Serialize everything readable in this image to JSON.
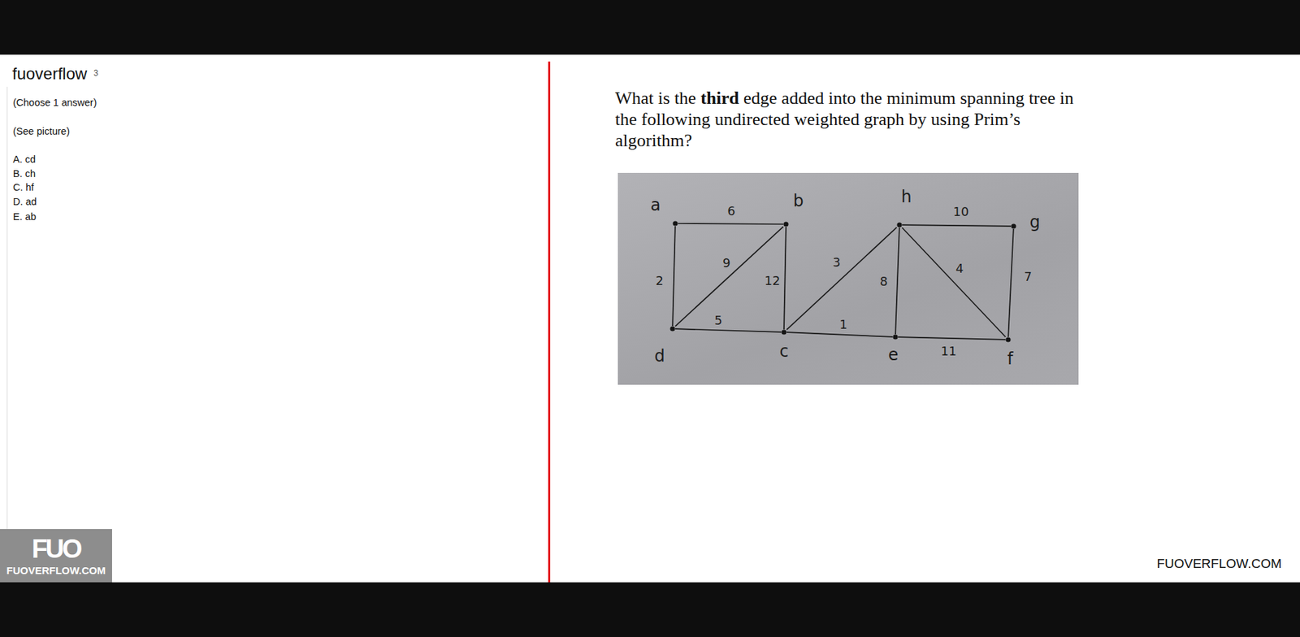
{
  "diagram": {
    "nodes": [
      {
        "text": [
          "a"
        ]
      },
      {
        "text": [
          "b"
        ]
      },
      {
        "text": [
          "h"
        ]
      },
      {
        "text": [
          "g"
        ]
      },
      {
        "text": [
          "d"
        ]
      },
      {
        "text": [
          "c"
        ]
      },
      {
        "text": [
          "e"
        ]
      },
      {
        "text": [
          "f"
        ]
      }
    ],
    "edges": [
      {
        "from": 0,
        "to": 1,
        "arrow": "none",
        "label": "6"
      },
      {
        "from": 0,
        "to": 4,
        "arrow": "none",
        "label": "2"
      },
      {
        "from": 4,
        "to": 1,
        "arrow": "none",
        "label": "9"
      },
      {
        "from": 1,
        "to": 5,
        "arrow": "none",
        "label": "12"
      },
      {
        "from": 4,
        "to": 5,
        "arrow": "none",
        "label": "5"
      },
      {
        "from": 5,
        "to": 2,
        "arrow": "none",
        "label": "3"
      },
      {
        "from": 5,
        "to": 6,
        "arrow": "none",
        "label": "1"
      },
      {
        "from": 6,
        "to": 2,
        "arrow": "none",
        "label": "8"
      },
      {
        "from": 2,
        "to": 3,
        "arrow": "none",
        "label": "10"
      },
      {
        "from": 2,
        "to": 7,
        "arrow": "none",
        "label": "4"
      },
      {
        "from": 3,
        "to": 7,
        "arrow": "none",
        "label": "7"
      },
      {
        "from": 6,
        "to": 7,
        "arrow": "none",
        "label": "11"
      }
    ],
    "labels": [
      "fuoverflow",
      "3",
      "(Choose 1 answer)",
      "(See picture)",
      "A. cd",
      "B. ch",
      "C. hf",
      "D. ad",
      "E. ab",
      "What is the",
      "third",
      "edge added into the minimum spanning tree in the following undirected weighted graph by using Prim’s algorithm?",
      "FUO",
      "FUOVERFLOW.COM",
      "FUOVERFLOW.COM"
    ]
  }
}
